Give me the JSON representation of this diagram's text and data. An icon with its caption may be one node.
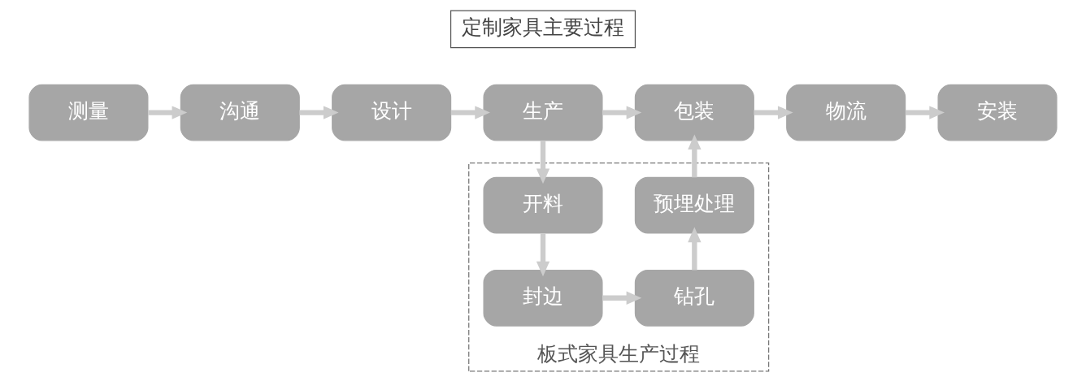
{
  "diagram": {
    "nodes": [
      {
        "text": [
          "定制家具主要过程"
        ]
      },
      {
        "text": [
          "测量"
        ]
      },
      {
        "text": [
          "沟通"
        ]
      },
      {
        "text": [
          "设计"
        ]
      },
      {
        "text": [
          "生产"
        ]
      },
      {
        "text": [
          "包装"
        ]
      },
      {
        "text": [
          "物流"
        ]
      },
      {
        "text": [
          "安装"
        ]
      },
      {
        "text": [
          "板式家具生产过程"
        ]
      },
      {
        "text": [
          "开料"
        ],
        "in": 8
      },
      {
        "text": [
          "预埋处理"
        ],
        "in": 8
      },
      {
        "text": [
          "封边"
        ],
        "in": 8
      },
      {
        "text": [
          "钻孔"
        ],
        "in": 8
      }
    ],
    "edges": [
      {
        "from": 1,
        "to": 2,
        "arrow": "to"
      },
      {
        "from": 2,
        "to": 3,
        "arrow": "to"
      },
      {
        "from": 3,
        "to": 4,
        "arrow": "to"
      },
      {
        "from": 4,
        "to": 5,
        "arrow": "to"
      },
      {
        "from": 5,
        "to": 6,
        "arrow": "to"
      },
      {
        "from": 6,
        "to": 7,
        "arrow": "to"
      },
      {
        "from": 4,
        "to": 9,
        "arrow": "to"
      },
      {
        "from": 9,
        "to": 11,
        "arrow": "to"
      },
      {
        "from": 11,
        "to": 12,
        "arrow": "to"
      },
      {
        "from": 12,
        "to": 10,
        "arrow": "to"
      },
      {
        "from": 10,
        "to": 5,
        "arrow": "to"
      }
    ]
  }
}
